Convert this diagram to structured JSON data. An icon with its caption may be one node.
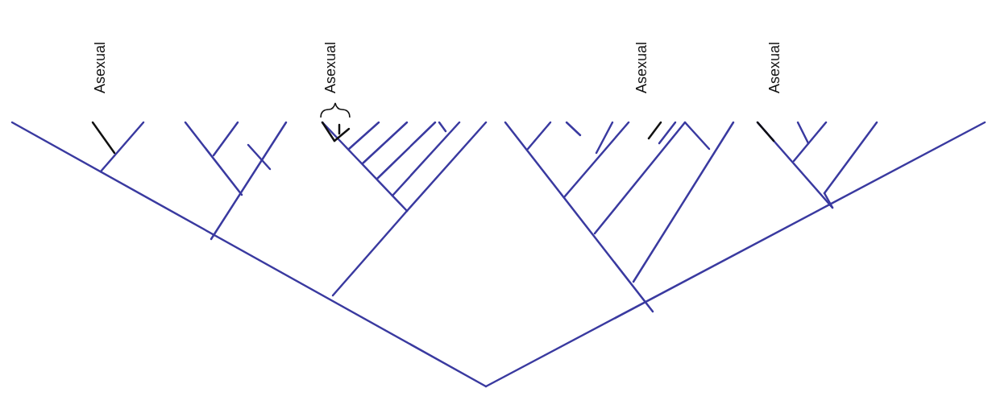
{
  "diagram": {
    "labels": [
      "Asexual",
      "Asexual",
      "Asexual",
      "Asexual"
    ]
  }
}
